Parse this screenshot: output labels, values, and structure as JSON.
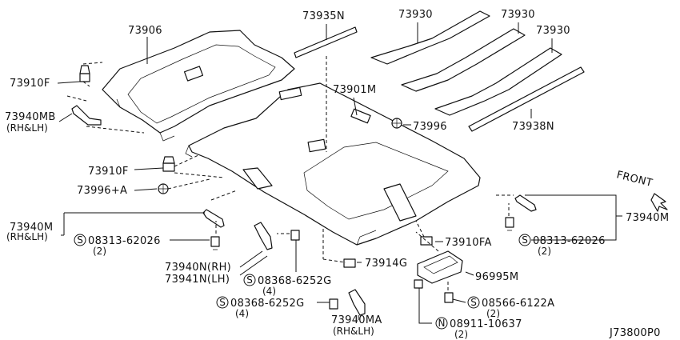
{
  "labels": {
    "p73906": "73906",
    "p73935n": "73935N",
    "p73930a": "73930",
    "p73930b": "73930",
    "p73930c": "73930",
    "p73910f_top": "73910F",
    "p73940mb": "73940MB",
    "p73940mb_side": "(RH&LH)",
    "p73901m": "73901M",
    "p73996": "73996",
    "p73938n": "73938N",
    "p73910f_mid": "73910F",
    "p73996a": "73996+A",
    "front": "FRONT",
    "p73940m_left": "73940M",
    "p73940m_left_side": "(RH&LH)",
    "p73940m_right": "73940M",
    "p08313_left": "08313-62026",
    "p08313_left_qty": "(2)",
    "p08313_right": "08313-62026",
    "p08313_right_qty": "(2)",
    "p73910fa": "73910FA",
    "p73914g": "73914G",
    "p73940n": "73940N(RH)",
    "p73941n": "73941N(LH)",
    "p08368_a": "08368-6252G",
    "p08368_a_qty": "(4)",
    "p96995m": "96995M",
    "p08368_b": "08368-6252G",
    "p08368_b_qty": "(4)",
    "p08566": "08566-6122A",
    "p08566_qty": "(2)",
    "p73940ma": "73940MA",
    "p73940ma_side": "(RH&LH)",
    "p08911": "08911-10637",
    "p08911_qty": "(2)",
    "drawing_no": "J73800P0"
  },
  "symbols": {
    "s": "S",
    "n": "N"
  }
}
